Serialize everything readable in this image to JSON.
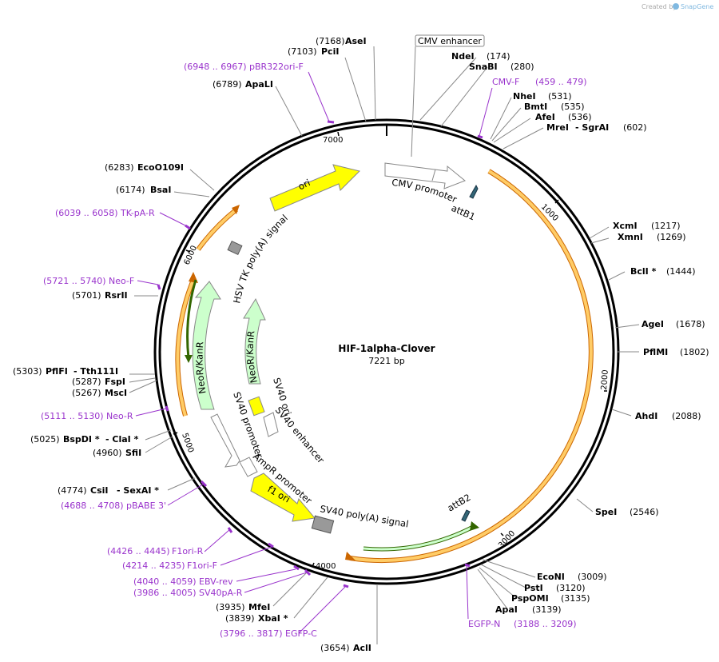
{
  "credit": {
    "prefix": "Created by",
    "brand": "SnapGene"
  },
  "plasmid": {
    "name": "HIF-1alpha-Clover",
    "size_label": "7221 bp",
    "length": 7221
  },
  "ticks": [
    "1000",
    "2000",
    "3000",
    "4000",
    "5000",
    "6000",
    "7000"
  ],
  "boxed_feature_label": "CMV enhancer",
  "enzymes": [
    {
      "pos": "(7168)",
      "name": "AseI"
    },
    {
      "pos": "(7103)",
      "name": "PciI"
    },
    {
      "pos": "(6789)",
      "name": "ApaLI"
    },
    {
      "pos": "(6283)",
      "name": "EcoO109I"
    },
    {
      "pos": "(6174)",
      "name": "BsaI"
    },
    {
      "pos": "(5701)",
      "name": "RsrII"
    },
    {
      "pos": "(5303)",
      "name": "PflFI",
      "extra": "- Tth111I"
    },
    {
      "pos": "(5287)",
      "name": "FspI"
    },
    {
      "pos": "(5267)",
      "name": "MscI"
    },
    {
      "pos": "(5025)",
      "name": "BspDI *",
      "extra": "- ClaI *"
    },
    {
      "pos": "(4960)",
      "name": "SfiI"
    },
    {
      "pos": "(4774)",
      "name": "CsiI",
      "extra": "- SexAI *"
    },
    {
      "pos": "(3935)",
      "name": "MfeI"
    },
    {
      "pos": "(3839)",
      "name": "XbaI *"
    },
    {
      "pos": "(3654)",
      "name": "AclI"
    },
    {
      "pos": "(174)",
      "name": "NdeI"
    },
    {
      "pos": "(280)",
      "name": "SnaBI"
    },
    {
      "pos": "(531)",
      "name": "NheI"
    },
    {
      "pos": "(535)",
      "name": "BmtI"
    },
    {
      "pos": "(536)",
      "name": "AfeI"
    },
    {
      "pos": "(602)",
      "name": "MreI",
      "extra": "- SgrAI"
    },
    {
      "pos": "(1217)",
      "name": "XcmI"
    },
    {
      "pos": "(1269)",
      "name": "XmnI"
    },
    {
      "pos": "(1444)",
      "name": "BclI *"
    },
    {
      "pos": "(1678)",
      "name": "AgeI"
    },
    {
      "pos": "(1802)",
      "name": "PflMI"
    },
    {
      "pos": "(2088)",
      "name": "AhdI"
    },
    {
      "pos": "(2546)",
      "name": "SpeI"
    },
    {
      "pos": "(3009)",
      "name": "EcoNI"
    },
    {
      "pos": "(3120)",
      "name": "PstI"
    },
    {
      "pos": "(3135)",
      "name": "PspOMI"
    },
    {
      "pos": "(3139)",
      "name": "ApaI"
    }
  ],
  "primers": [
    {
      "range": "(6948 .. 6967)",
      "name": "pBR322ori-F"
    },
    {
      "range": "(6039 .. 6058)",
      "name": "TK-pA-R"
    },
    {
      "range": "(5721 .. 5740)",
      "name": "Neo-F"
    },
    {
      "range": "(5111 .. 5130)",
      "name": "Neo-R"
    },
    {
      "range": "(4688 .. 4708)",
      "name": "pBABE 3'"
    },
    {
      "range": "(4426 .. 4445)",
      "name": "F1ori-R"
    },
    {
      "range": "(4214 .. 4235)",
      "name": "F1ori-F"
    },
    {
      "range": "(4040 .. 4059)",
      "name": "EBV-rev"
    },
    {
      "range": "(3986 .. 4005)",
      "name": "SV40pA-R"
    },
    {
      "range": "(3796 .. 3817)",
      "name": "EGFP-C"
    },
    {
      "name": "CMV-F",
      "range": "(459 .. 479)"
    },
    {
      "name": "EGFP-N",
      "range": "(3188 .. 3209)"
    }
  ],
  "features": {
    "ori": "ori",
    "cmv_promoter": "CMV promoter",
    "attB1": "attB1",
    "attB2": "attB2",
    "hsv_tk": "HSV TK poly(A) signal",
    "neor_outer": "NeoR/KanR",
    "neor_inner": "NeoR/KanR",
    "sv40_ori": "SV40 ori",
    "sv40_enhancer": "SV40 enhancer",
    "sv40_promoter": "SV40 promoter",
    "ampr_promoter": "AmpR promoter",
    "f1_ori": "f1 ori",
    "sv40_polya": "SV40 poly(A) signal"
  },
  "colors": {
    "backbone": "#000000",
    "enzyme_line": "#888888",
    "primer": "#9933cc",
    "orange": "#ffcc66",
    "orange_dark": "#cc6600",
    "green": "#ccffcc",
    "green_dark": "#336600",
    "yellow": "#ffff00",
    "gray_box": "#999999",
    "attb": "#336677"
  }
}
